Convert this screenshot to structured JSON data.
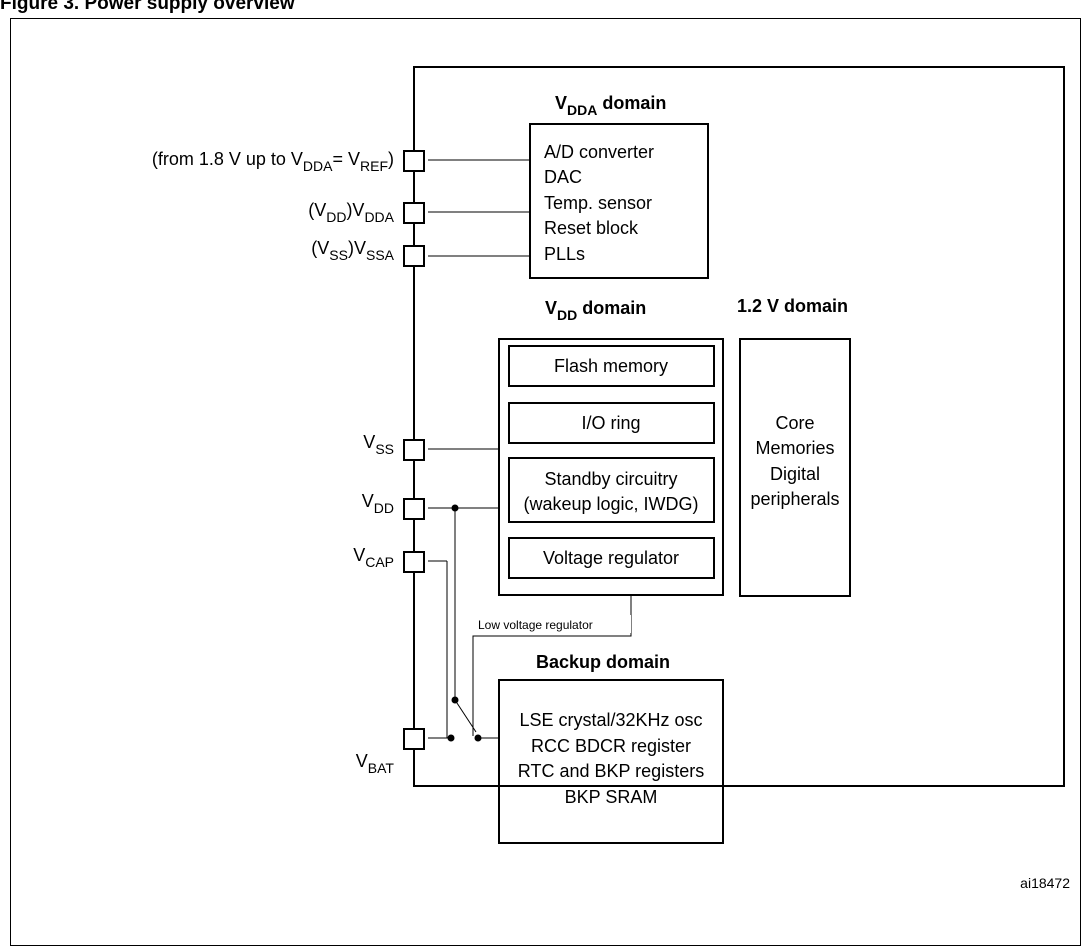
{
  "figure_title": "Figure 3.    Power supply overview",
  "figure_id": "ai18472",
  "domains": {
    "vdda": {
      "pre": "V",
      "sub": "DDA",
      "post": " domain"
    },
    "vdd": {
      "pre": "V",
      "sub": "DD",
      "post": " domain"
    },
    "core": "1.2 V domain",
    "backup": "Backup domain"
  },
  "vdda_block": [
    "A/D converter",
    "DAC",
    "Temp. sensor",
    "Reset block",
    "PLLs"
  ],
  "vdd_blocks": {
    "flash": "Flash memory",
    "io": "I/O ring",
    "standby": [
      "Standby circuitry",
      "(wakeup logic, IWDG)"
    ],
    "regulator": "Voltage regulator"
  },
  "core_block": [
    "Core",
    "Memories",
    "Digital",
    "peripherals"
  ],
  "backup_block": [
    "LSE crystal/32KHz osc",
    "RCC BDCR register",
    "RTC and BKP registers",
    "BKP SRAM"
  ],
  "low_voltage_regulator": "Low voltage regulator",
  "pins": {
    "vref": {
      "a": "(from 1.8 V up to V",
      "b": "DDA",
      "c": "= V",
      "d": "REF",
      "e": ")"
    },
    "vdda": {
      "a": "(V",
      "b": "DD",
      "c": ")V",
      "d": "DDA"
    },
    "vssa": {
      "a": "(V",
      "b": "SS",
      "c": ")V",
      "d": "SSA"
    },
    "vss": {
      "a": "V",
      "b": "SS"
    },
    "vdd": {
      "a": "V",
      "b": "DD"
    },
    "vcap": {
      "a": "V",
      "b": "CAP"
    },
    "vbat": {
      "a": "V",
      "b": "BAT"
    }
  }
}
